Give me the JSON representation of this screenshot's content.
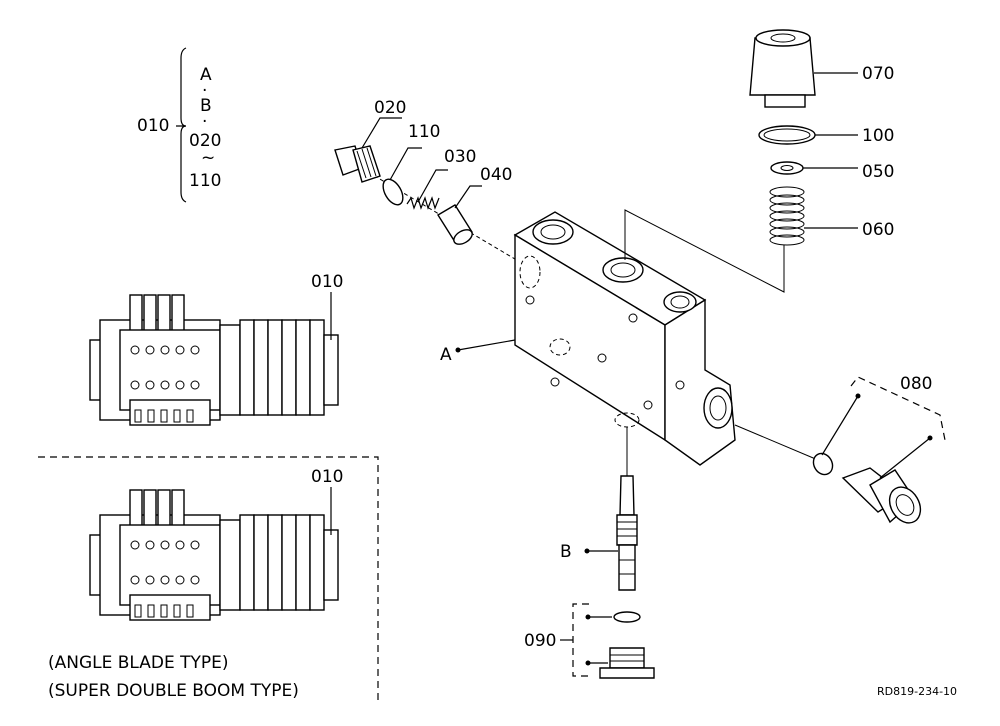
{
  "callouts": {
    "assy": "010",
    "assy_list": [
      "A",
      "·",
      "B",
      "·",
      "020",
      "~",
      "110"
    ],
    "p020": "020",
    "p110": "110",
    "p030": "030",
    "p040": "040",
    "p070": "070",
    "p100": "100",
    "p050": "050",
    "p060": "060",
    "p080": "080",
    "p090": "090",
    "pA": "A",
    "pB": "B",
    "valve1": "010",
    "valve2": "010"
  },
  "captions": {
    "angle_blade": "(ANGLE BLADE TYPE)",
    "super_double_boom": "(SUPER DOUBLE BOOM TYPE)"
  },
  "figure_code": "RD819-234-10"
}
